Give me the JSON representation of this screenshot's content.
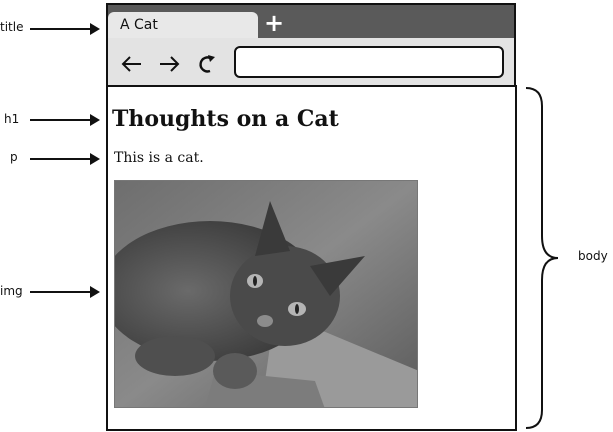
{
  "annotations": {
    "title": "title",
    "h1": "h1",
    "p": "p",
    "img": "img",
    "body": "body"
  },
  "browser": {
    "tab_title": "A Cat",
    "new_tab_symbol": "+",
    "back_icon": "back-arrow-icon",
    "forward_icon": "forward-arrow-icon",
    "reload_icon": "reload-icon",
    "address_value": ""
  },
  "page": {
    "heading": "Thoughts on a Cat",
    "paragraph": "This is a cat.",
    "image": "cat-photo"
  },
  "colors": {
    "tabbar": "#5a5a5a",
    "toolbar": "#e3e3e3",
    "tab": "#e8e8e8",
    "outline": "#111111"
  }
}
